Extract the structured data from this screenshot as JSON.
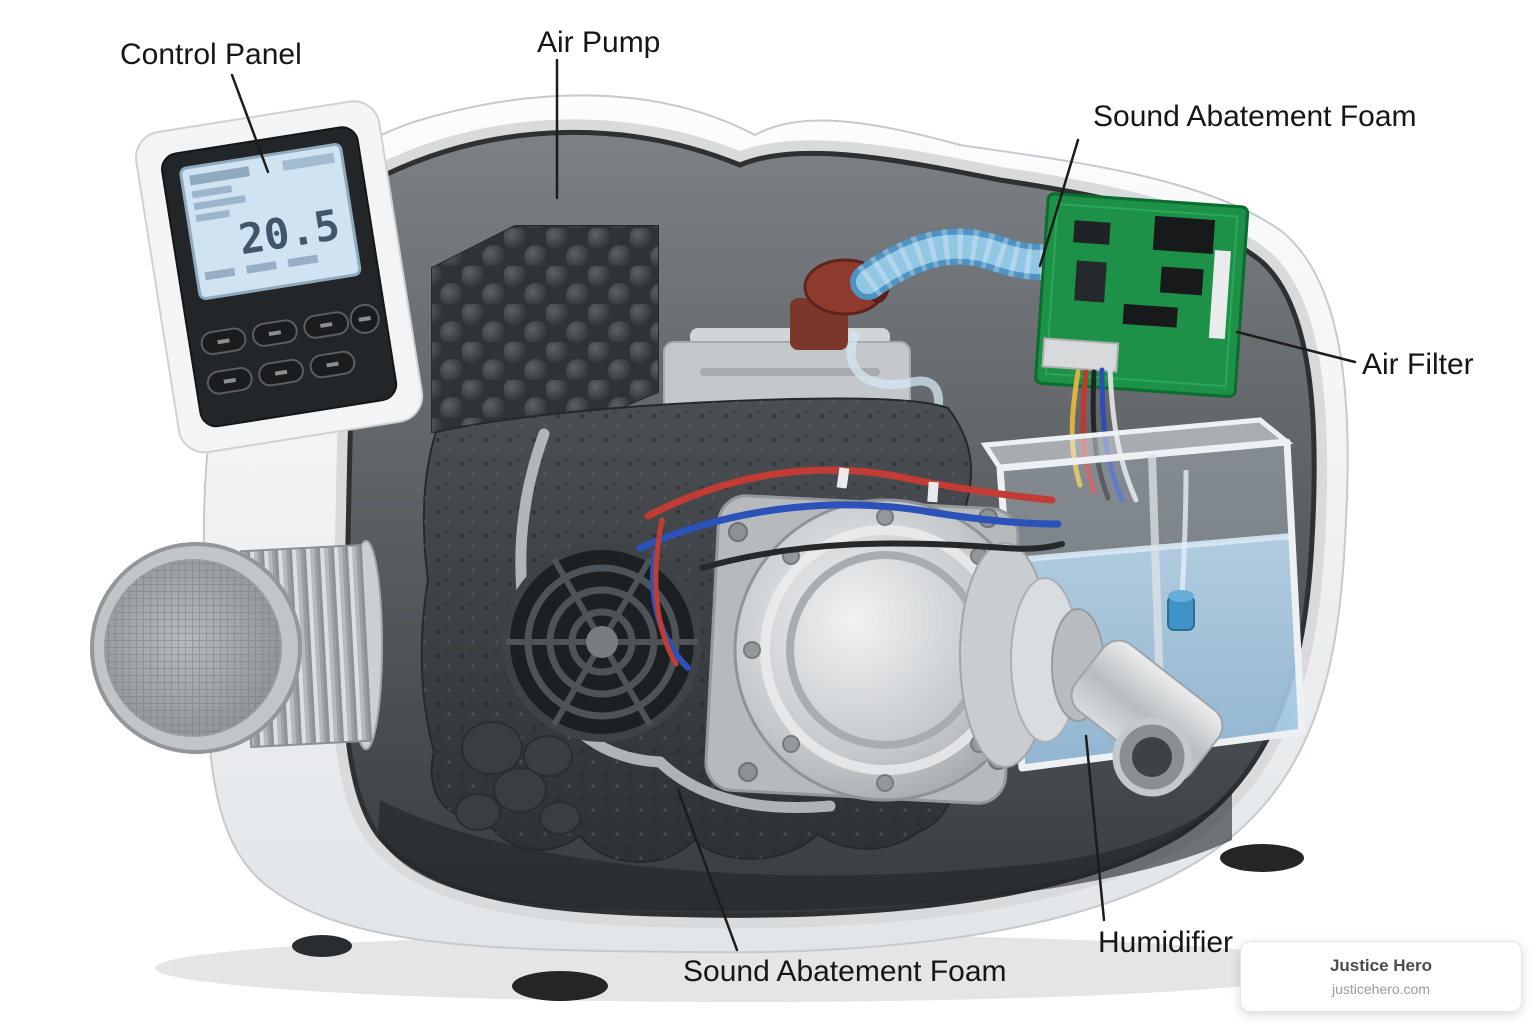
{
  "diagram": {
    "labels": [
      {
        "id": "control-panel",
        "text": "Control Panel"
      },
      {
        "id": "air-pump",
        "text": "Air Pump"
      },
      {
        "id": "sound-abatement-foam-top",
        "text": "Sound Abatement Foam"
      },
      {
        "id": "air-filter",
        "text": "Air Filter"
      },
      {
        "id": "sound-abatement-foam-bottom",
        "text": "Sound Abatement Foam"
      },
      {
        "id": "humidifier",
        "text": "Humidifier"
      }
    ],
    "control_panel": {
      "display_value": "20.5"
    },
    "colors": {
      "foam": "#3c4043",
      "shell": "#f2f3f4",
      "interior": "#4a4e52",
      "pcb_green": "#1d9147",
      "water_blue": "#8fc2e6",
      "tube_blue": "#79b6d9",
      "wire_red": "#c23b34",
      "wire_blue": "#2a52b8",
      "metal": "#c9cdd0"
    }
  },
  "watermark": {
    "title": "Justice Hero",
    "url": "justicehero.com"
  }
}
